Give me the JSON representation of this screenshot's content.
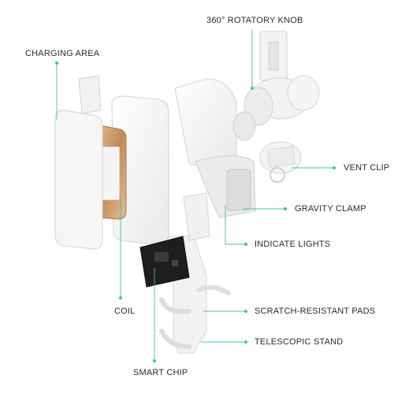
{
  "labels": {
    "charging_area": "CHARGING AREA",
    "rotatory_knob": "360° ROTATORY KNOB",
    "vent_clip": "VENT CLIP",
    "gravity_clamp": "GRAVITY CLAMP",
    "indicate_lights": "INDICATE LIGHTS",
    "coil": "COIL",
    "scratch_resistant_pads": "SCRATCH-RESISTANT PADS",
    "telescopic_stand": "TELESCOPIC STAND",
    "smart_chip": "SMART CHIP"
  },
  "colors": {
    "leader_line": "#3cc0b3",
    "label_text": "#2b2b2b",
    "body_white": "#f4f4f4",
    "outline": "#d2d2d2",
    "coil_copper": "#c79a6a",
    "chip_dark": "#1e1e1e"
  }
}
